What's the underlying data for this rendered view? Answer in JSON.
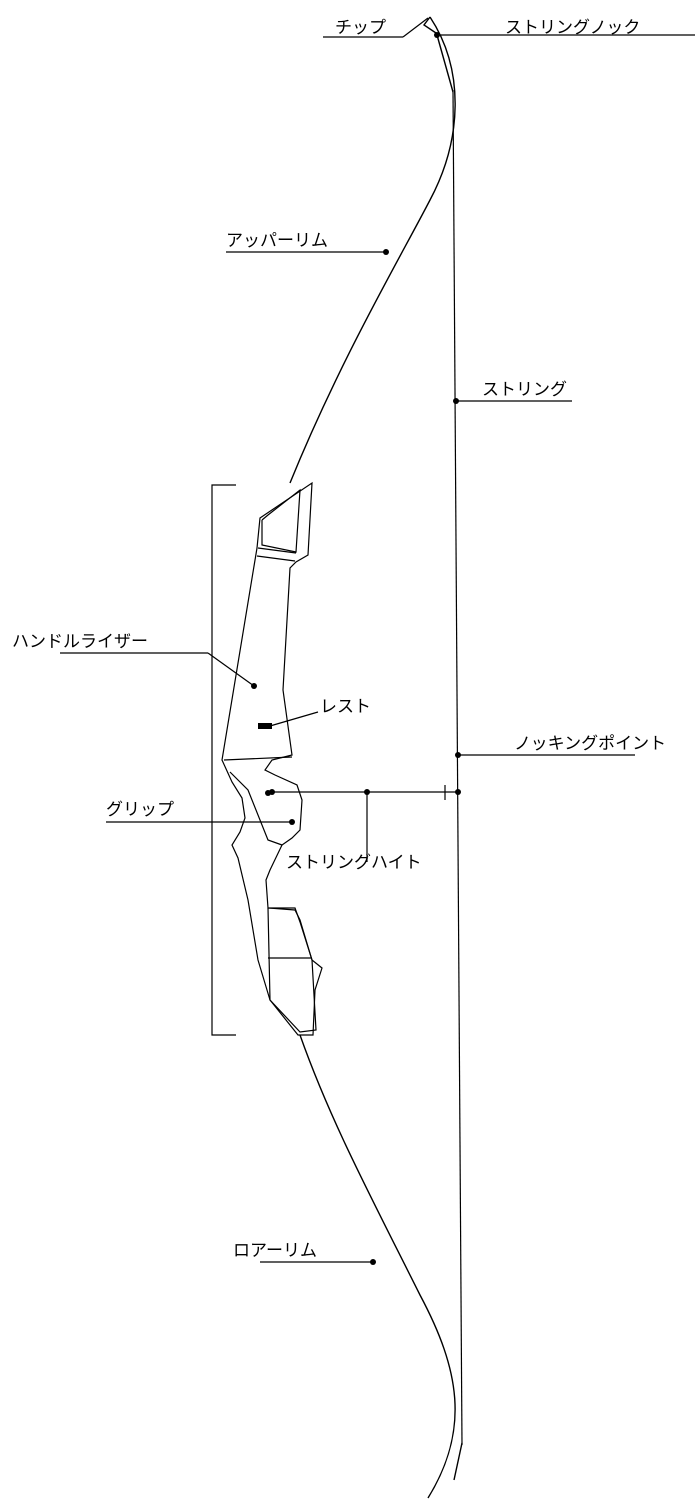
{
  "labels": {
    "tip": "チップ",
    "string_nock": "ストリングノック",
    "upper_limb": "アッパーリム",
    "string": "ストリング",
    "handle_riser": "ハンドルライザー",
    "rest": "レスト",
    "nocking_point": "ノッキングポイント",
    "grip": "グリップ",
    "string_height": "ストリングハイト",
    "lower_limb": "ロアーリム"
  },
  "colors": {
    "line": "#000000",
    "background": "#ffffff"
  }
}
